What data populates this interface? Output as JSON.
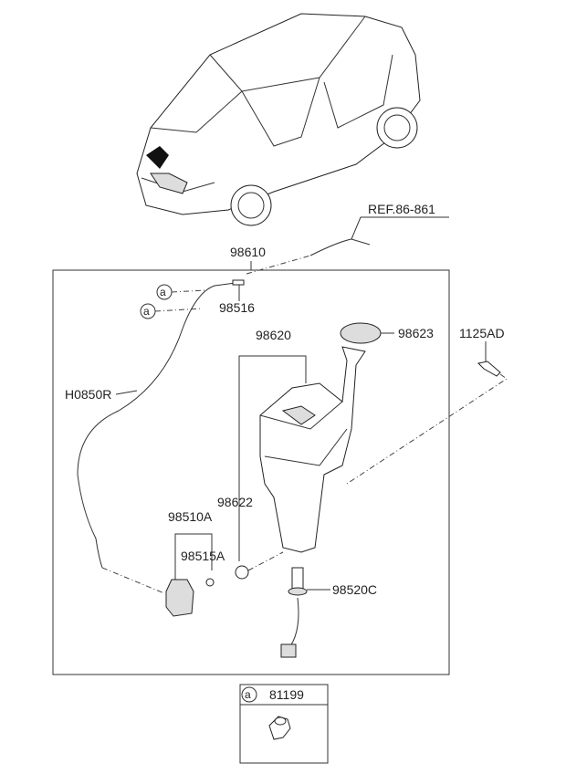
{
  "labels": {
    "ref": "REF.86-861",
    "p98610": "98610",
    "p98516": "98516",
    "p98620": "98620",
    "p98623": "98623",
    "p1125AD": "1125AD",
    "pH0850R": "H0850R",
    "p98622": "98622",
    "p98510A": "98510A",
    "p98515A": "98515A",
    "p98520C": "98520C"
  },
  "callouts": {
    "a1": "a",
    "a2": "a"
  },
  "legend_box": {
    "marker": "a",
    "part": "81199"
  }
}
